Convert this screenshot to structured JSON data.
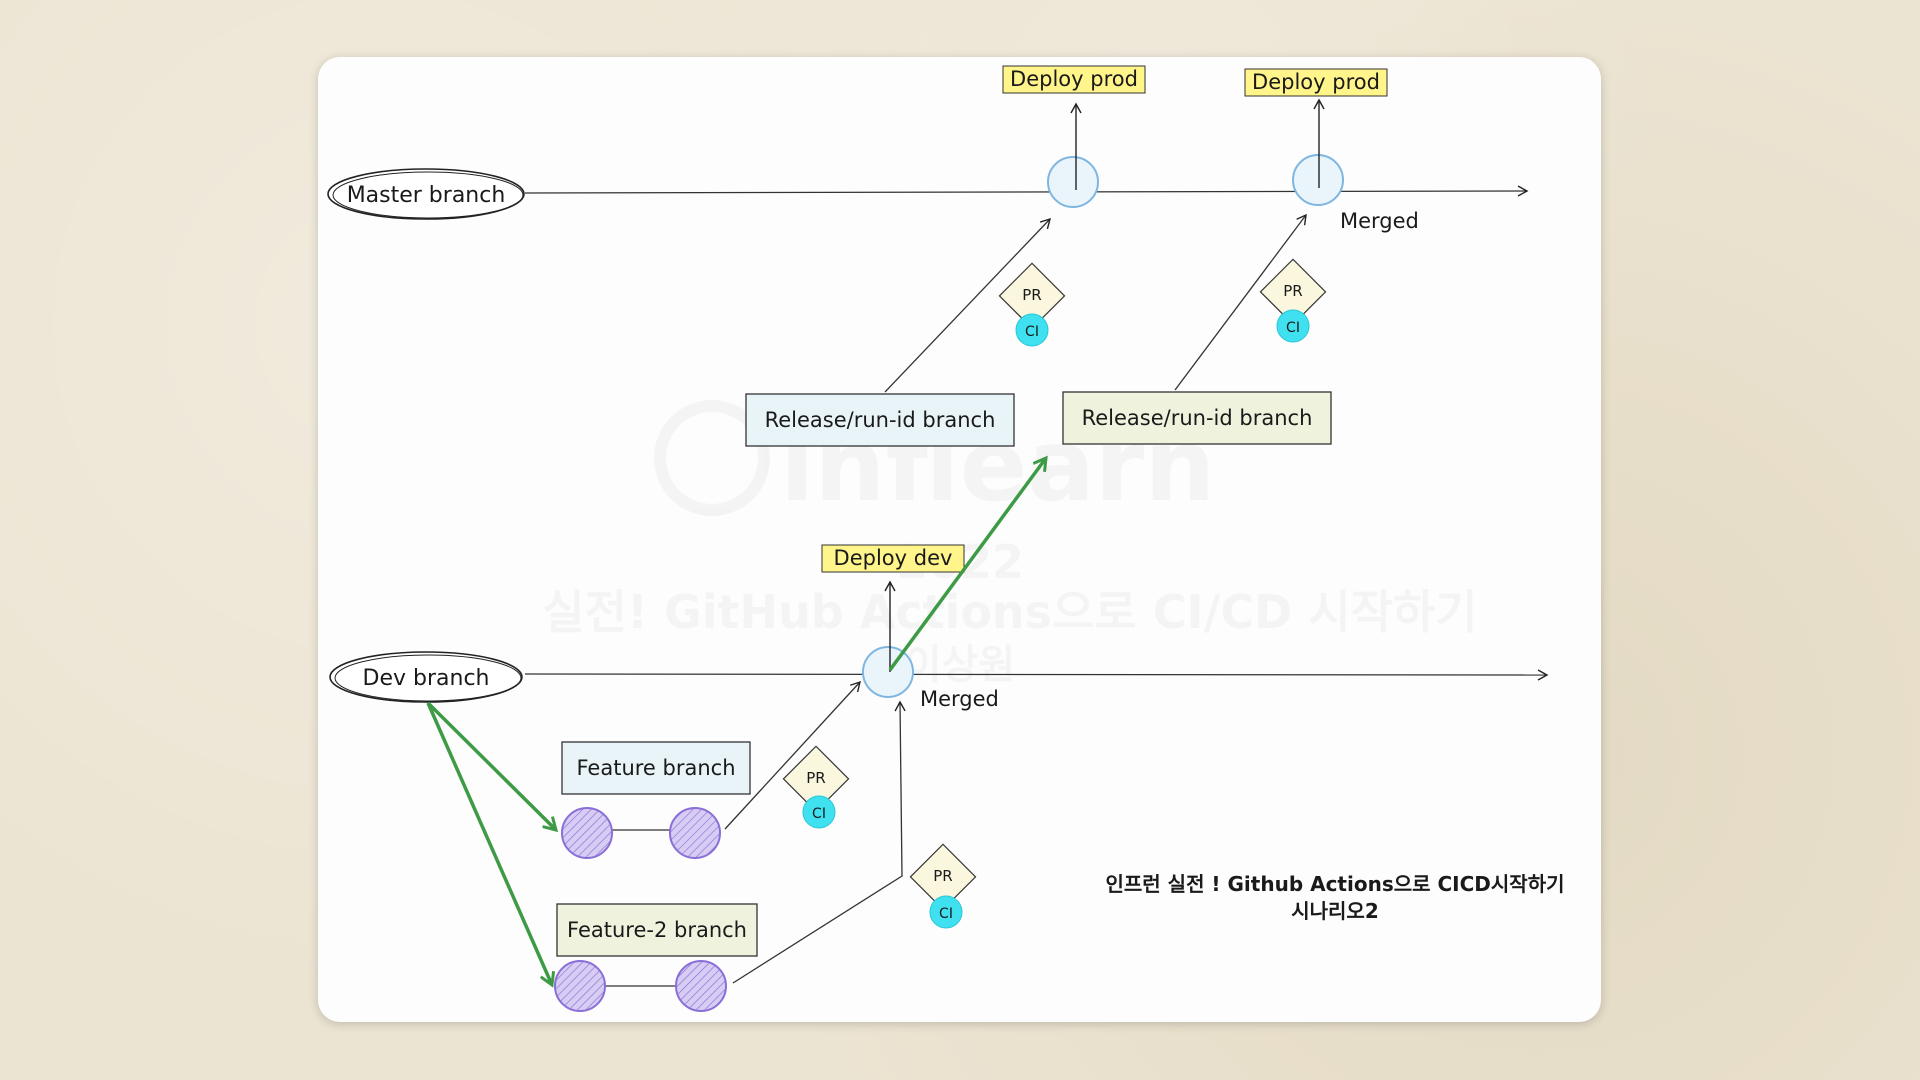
{
  "nodes": {
    "master_branch": "Master branch",
    "dev_branch": "Dev branch",
    "feature_branch": "Feature branch",
    "feature2_branch": "Feature-2 branch",
    "release_branch_1": "Release/run-id branch",
    "release_branch_2": "Release/run-id branch"
  },
  "labels": {
    "deploy_prod_1": "Deploy prod",
    "deploy_prod_2": "Deploy prod",
    "deploy_dev": "Deploy dev",
    "merged_master": "Merged",
    "merged_dev": "Merged"
  },
  "badges": {
    "pr": "PR",
    "ci": "CI"
  },
  "caption": {
    "line1": "인프런 실전 ! Github Actions으로 CICD시작하기",
    "line2": "시나리오2"
  },
  "watermark": {
    "logo": "inflearn",
    "year": "2022",
    "title": "실전! GitHub Actions으로 CI/CD 시작하기",
    "author": "이상원"
  },
  "colors": {
    "sticky_yellow": "#fff58a",
    "box_blue": "#e8f4f8",
    "box_green": "#eff3dd",
    "diamond": "#fbf7de",
    "ci_cyan": "#3fe0f0",
    "commit_purple": "#b9a6e8",
    "merge_blue": "#7fb6e0",
    "arrow_green": "#3d9a45"
  }
}
